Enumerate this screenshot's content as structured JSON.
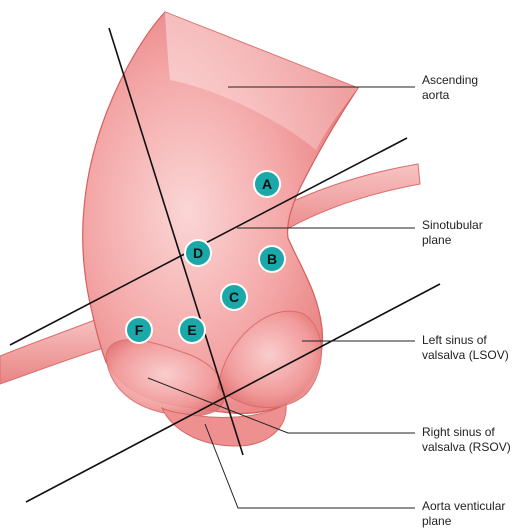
{
  "colors": {
    "tissue_light": "#fbd3d3",
    "tissue_mid": "#f29c9c",
    "tissue_dark": "#e77676",
    "tissue_edge": "#d96464",
    "marker_fill": "#1aa9a8",
    "marker_ring": "#ffffff",
    "line": "#111111",
    "leader": "#222222"
  },
  "markers": [
    "A",
    "B",
    "C",
    "D",
    "E",
    "F"
  ],
  "labels": {
    "ascending_aorta": "Ascending\naorta",
    "sinotubular_plane": "Sinotubular\nplane",
    "lsov": "Left sinus of\nvalsalva (LSOV)",
    "rsov": "Right sinus of\nvalsalva (RSOV)",
    "aorta_ventricular_plane": "Aorta venticular\nplane"
  }
}
